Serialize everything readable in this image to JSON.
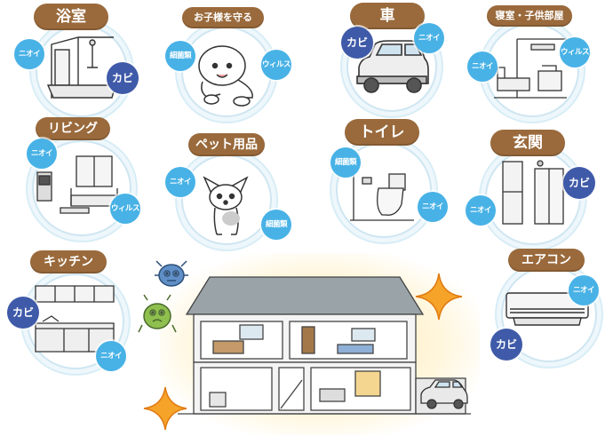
{
  "scenes": {
    "bathroom": {
      "title": "浴室",
      "odor": "ニオイ",
      "mold": "カビ"
    },
    "children": {
      "title": "お子様を守る",
      "bacteria": "細菌類",
      "virus": "ウィルス"
    },
    "car": {
      "title": "車",
      "mold": "カビ",
      "odor": "ニオイ"
    },
    "bedroom": {
      "title": "寝室・子供部屋",
      "odor": "ニオイ",
      "virus": "ウィルス"
    },
    "living": {
      "title": "リビング",
      "odor": "ニオイ",
      "virus": "ウィルス"
    },
    "pet": {
      "title": "ペット用品",
      "odor": "ニオイ",
      "bacteria": "細菌類"
    },
    "toilet": {
      "title": "トイレ",
      "bacteria": "細菌類",
      "odor": "ニオイ"
    },
    "entrance": {
      "title": "玄関",
      "mold": "カビ",
      "odor": "ニオイ"
    },
    "kitchen": {
      "title": "キッチン",
      "mold": "カビ",
      "odor": "ニオイ"
    },
    "aircon": {
      "title": "エアコン",
      "odor": "ニオイ",
      "mold": "カビ"
    }
  },
  "colors": {
    "title_bg": "#9a6a3c",
    "odor_badge": "#48b2e6",
    "mold_badge": "#3f5aa8",
    "circle_border": "#cfe6f2",
    "glow": "#ffd66e",
    "sparkle": "#f39c1e"
  },
  "icons": [
    "baby-icon",
    "dog-icon",
    "car-icon",
    "house-icon",
    "germ-icon",
    "sparkle-icon"
  ]
}
